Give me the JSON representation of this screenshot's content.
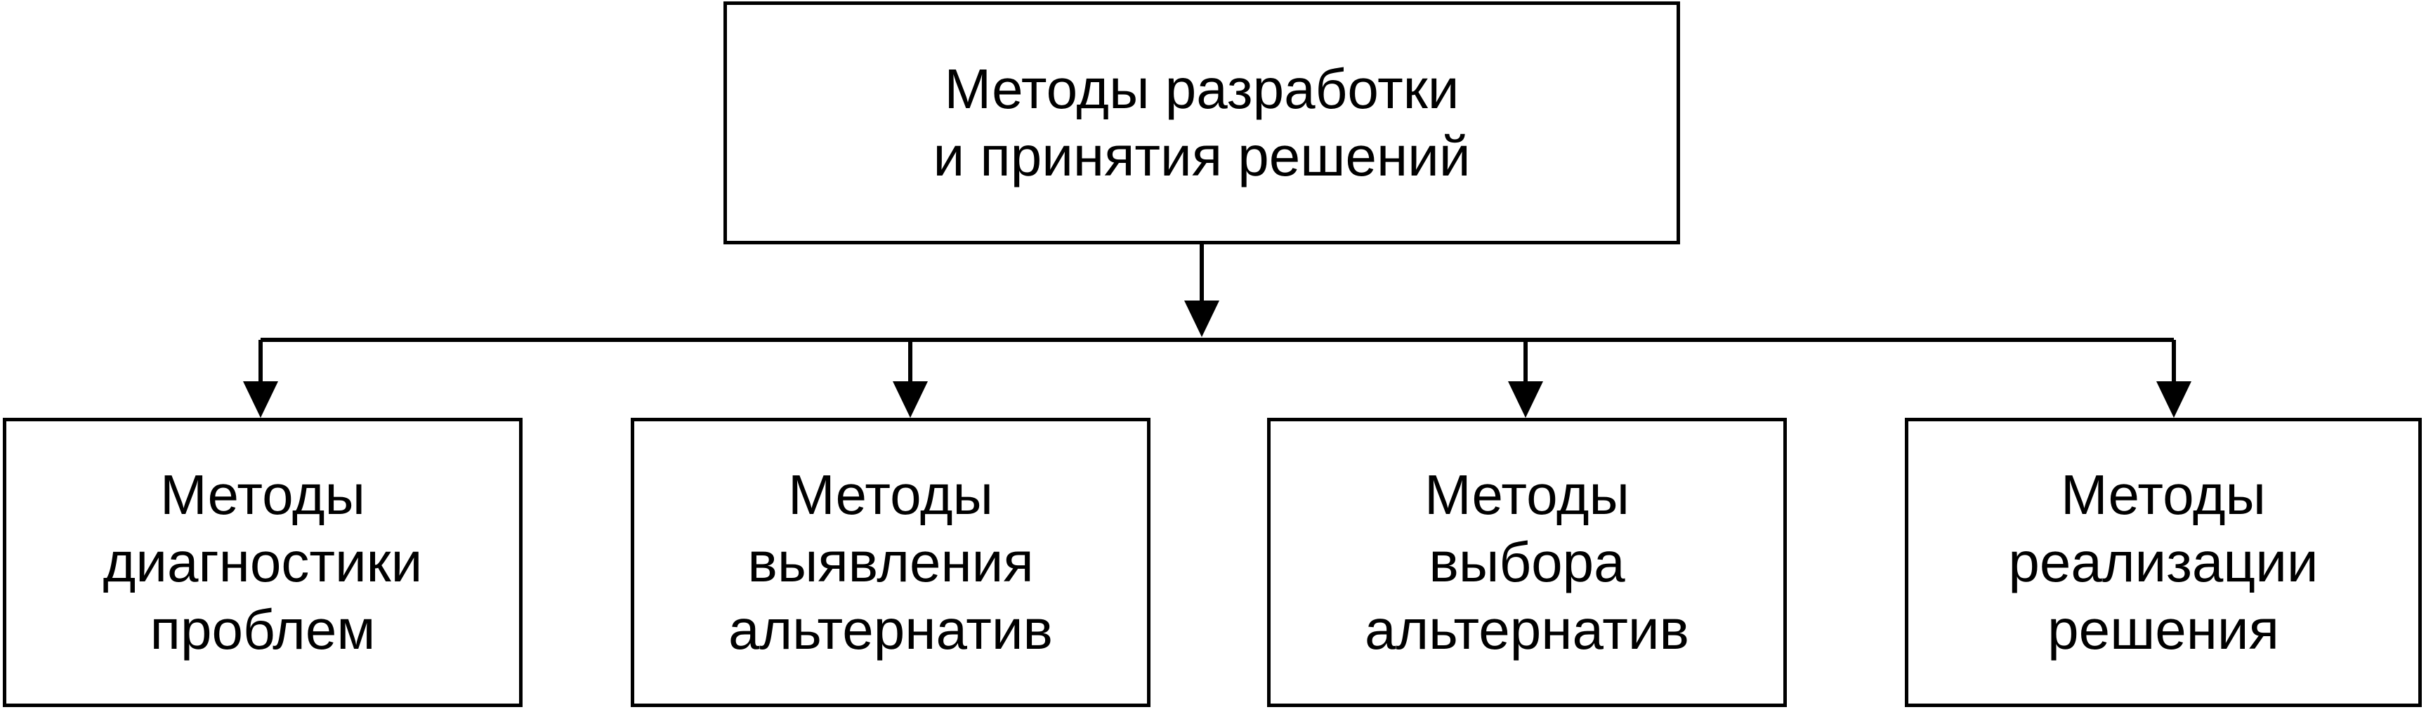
{
  "diagram": {
    "root": {
      "label": "Методы разработки\nи принятия решений"
    },
    "children": [
      {
        "label": "Методы\nдиагностики\nпроблем"
      },
      {
        "label": "Методы\nвыявления\nальтернатив"
      },
      {
        "label": "Методы\nвыбора\nальтернатив"
      },
      {
        "label": "Методы\nреализации\nрешения"
      }
    ],
    "colors": {
      "line": "#000000",
      "box_border": "#000000",
      "background": "#ffffff"
    }
  }
}
